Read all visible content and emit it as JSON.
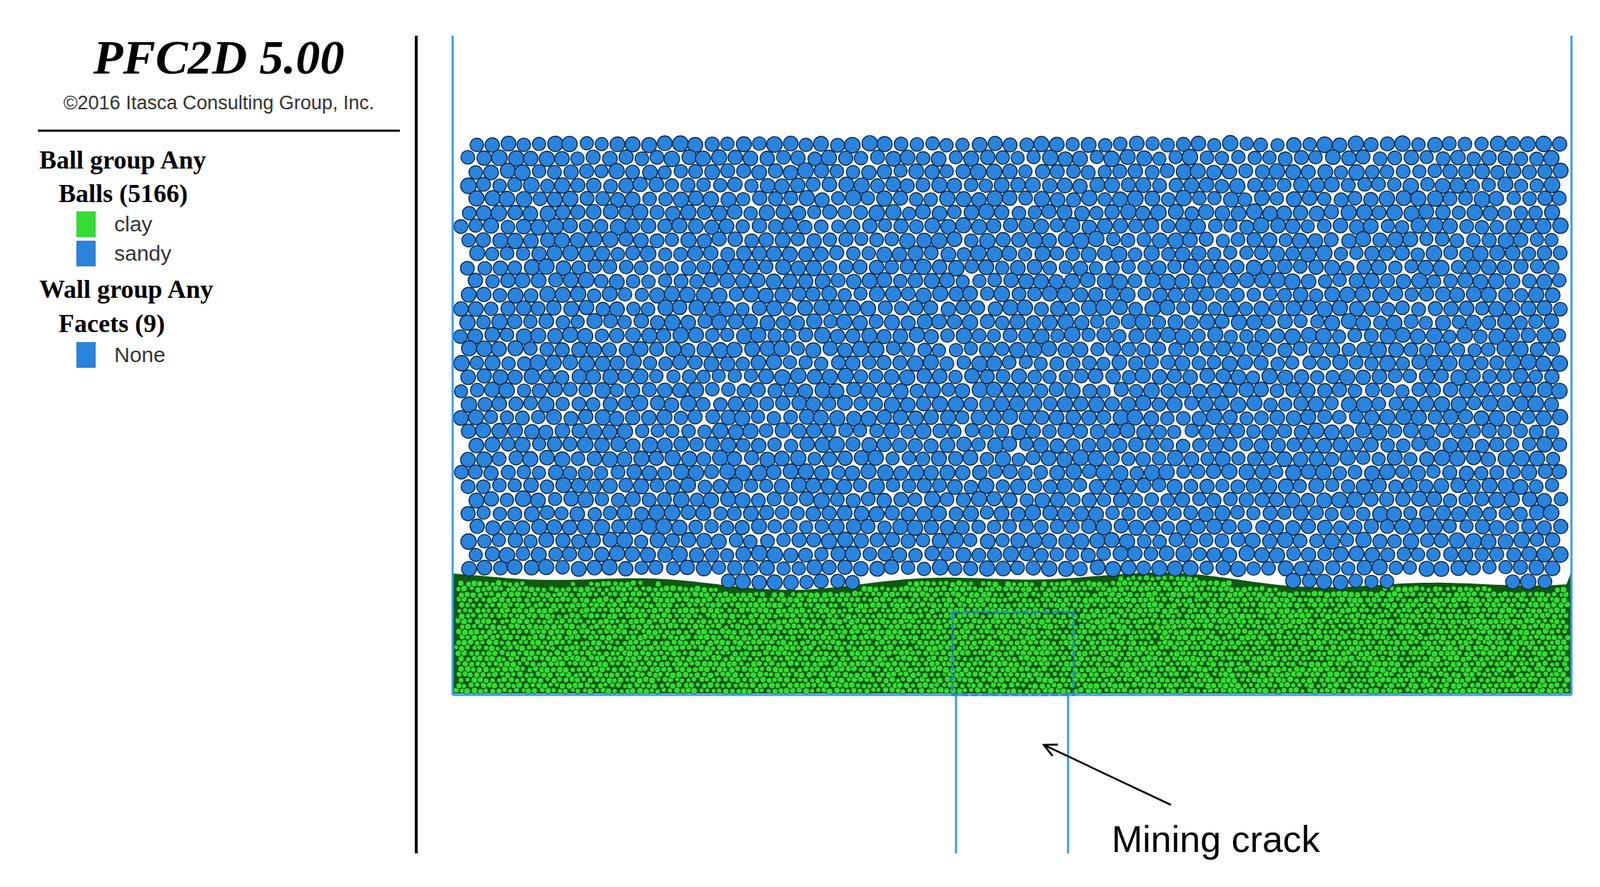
{
  "diagram": {
    "title": "PFC2D 5.00",
    "labels": [
      "©2016 Itasca Consulting Group, Inc.",
      "Ball group Any",
      "Balls (5166)",
      "Wall group Any",
      "Facets (9)",
      "Mining crack"
    ],
    "legend": [
      {
        "text": "clay",
        "color": "#33dd33"
      },
      {
        "text": "sandy",
        "color": "#2a83dd"
      },
      {
        "text": "None",
        "color": "#2a83dd"
      }
    ]
  }
}
